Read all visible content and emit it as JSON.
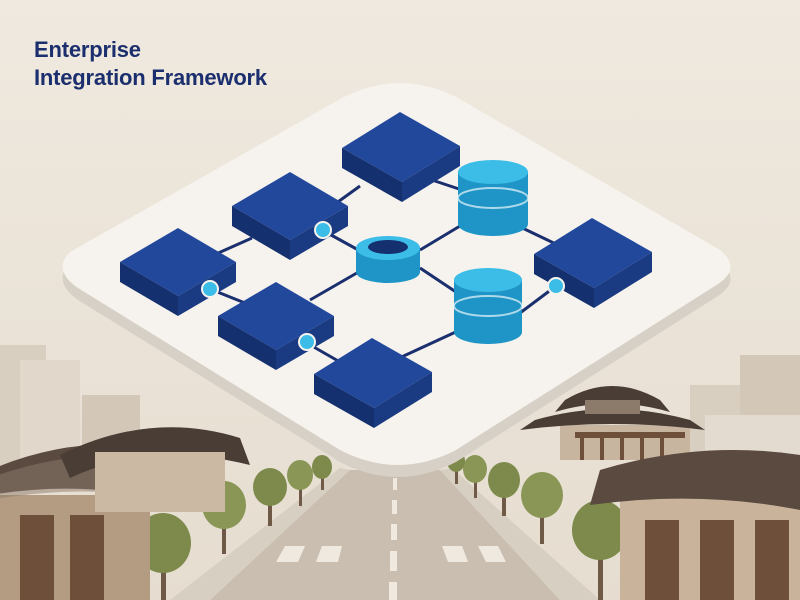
{
  "title": {
    "line1": "Enterprise",
    "line2": "Integration Framework"
  },
  "colors": {
    "background": "#ece6dc",
    "title": "#1b2f6e",
    "module_block": "#1f3f8f",
    "database": "#2aa8d8",
    "platform": "#f6f3ee",
    "connector": "#1b2f6e",
    "tree": "#7d8a4c",
    "roof": "#5a4a40"
  },
  "icons": [
    "module-block",
    "database-cylinder",
    "connector-node",
    "traditional-roof-building",
    "tree",
    "road"
  ]
}
